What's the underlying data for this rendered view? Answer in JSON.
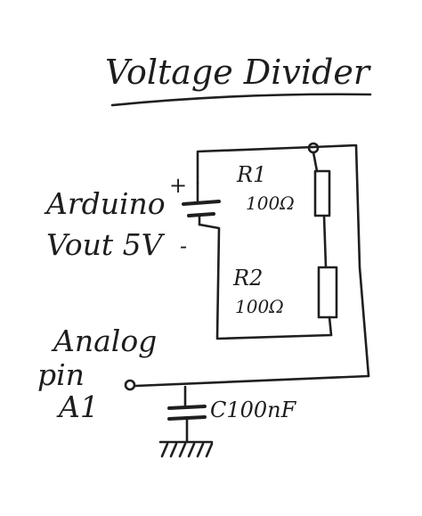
{
  "diagram": {
    "title": "Voltage Divider",
    "source": {
      "label_line1": "Arduino",
      "label_line2": "Vout 5V",
      "plus": "+",
      "minus": "-"
    },
    "resistors": [
      {
        "name": "R1",
        "value": "100Ω"
      },
      {
        "name": "R2",
        "value": "100Ω"
      }
    ],
    "analog_pin": {
      "label_line1": "Analog",
      "label_line2": "pin",
      "label_line3": "A1"
    },
    "capacitor": {
      "value": "C100nF"
    }
  }
}
